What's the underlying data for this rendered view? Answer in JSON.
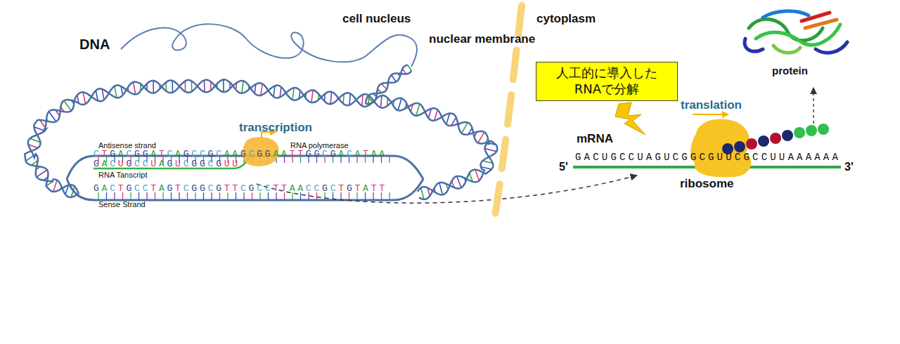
{
  "diagram": {
    "nodes": [
      {
        "text": [
          "人工的に導入した RNAで分解"
        ]
      }
    ],
    "labels": [
      "DNA",
      "cell nucleus",
      "cytoplasm",
      "nuclear membrane",
      "Antisense strand",
      "CTGACGGATCAGCCGCAAGCGGAATTGGCGACATAA",
      "RNA polymerase",
      "transcription",
      "GACUGCCUAGUCGGCGUU",
      "RNA Tanscript",
      "GACTGCCTAGTCGGCGTTCGCCTTAACCGCTGTATT",
      "Sense Strand",
      "mRNA",
      "5'",
      "GACUGCCUAGUCGGCGUUCGCCUUAAAAAA",
      "3'",
      "translation",
      "ribosome",
      "protein"
    ]
  }
}
